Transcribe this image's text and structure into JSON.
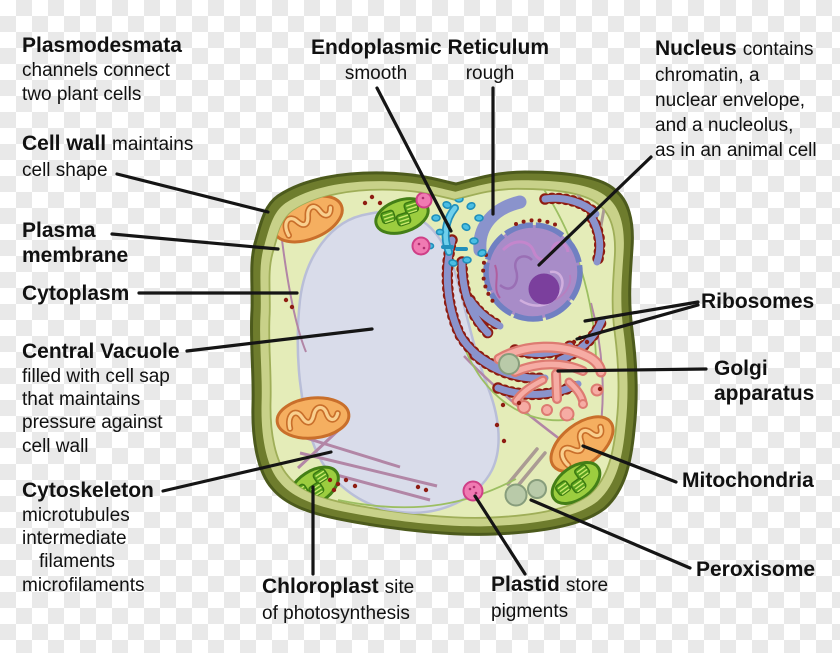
{
  "figure": {
    "title": "Plant cell diagram",
    "background": "transparency-checkerboard"
  },
  "labels": {
    "plasmodesmata": {
      "term": "Plasmodesmata",
      "lines": [
        "channels connect",
        "two plant cells"
      ]
    },
    "cell_wall": {
      "term": "Cell wall",
      "inline": "maintains",
      "lines": [
        "cell shape"
      ]
    },
    "plasma_membrane": {
      "term_lines": [
        "Plasma",
        "membrane"
      ]
    },
    "cytoplasm": {
      "term": "Cytoplasm"
    },
    "central_vacuole": {
      "term": "Central Vacuole",
      "lines": [
        "filled with cell sap",
        "that maintains",
        "pressure against",
        "cell wall"
      ]
    },
    "cytoskeleton": {
      "term": "Cytoskeleton",
      "lines": [
        "microtubules",
        "intermediate",
        "filaments",
        "microfilaments"
      ]
    },
    "endoplasmic_reticulum": {
      "term": "Endoplasmic Reticulum",
      "smooth": "smooth",
      "rough": "rough"
    },
    "nucleus": {
      "term": "Nucleus",
      "inline": "contains",
      "lines": [
        "chromatin, a",
        "nuclear envelope,",
        "and a nucleolus,",
        "as in an animal cell"
      ]
    },
    "ribosomes": {
      "term": "Ribosomes"
    },
    "golgi_apparatus": {
      "term_lines": [
        "Golgi",
        "apparatus"
      ]
    },
    "mitochondria": {
      "term": "Mitochondria"
    },
    "peroxisome": {
      "term": "Peroxisome"
    },
    "chloroplast": {
      "term": "Chloroplast",
      "inline": "site",
      "lines": [
        "of photosynthesis"
      ]
    },
    "plastid": {
      "term": "Plastid",
      "inline": "store",
      "lines": [
        "pigments"
      ]
    }
  },
  "colors": {
    "checker_gray": "#e9e9e9",
    "pointer_line": "#151515",
    "text": "#111111",
    "cell_wall_outline": "#4c5a1c",
    "cell_wall": "#6e7c2d",
    "wall_inner_band": "#c8d189",
    "plasma_membrane": "#9fae58",
    "cytoplasm": "#e4ecb8",
    "vacuole": "#d9dcea",
    "vacuole_outline": "#b9bed8",
    "nucleus": "#a88cc8",
    "nuclear_envelope": "#7080c2",
    "nucleolus": "#7b3f9d",
    "chromatin": "#c486cc",
    "rough_er": "#8a93cc",
    "ribosome_dot": "#8e1c12",
    "smooth_er": "#49bee4",
    "mitochondrion": "#f5af60",
    "mitochondrion_outline": "#c96f2b",
    "chloroplast": "#9ccd3f",
    "chloroplast_outline": "#447f17",
    "golgi": "#f6aca4",
    "golgi_outline": "#dd7b72",
    "peroxisome": "#b9caa9",
    "peroxisome_outline": "#879d7c",
    "plastid": "#f07ab2",
    "plastid_outline": "#cf3f87",
    "cytoskeleton_filament": "#b286a6",
    "microtubule": "#ab9b94",
    "microfilament": "#9cbf62"
  }
}
